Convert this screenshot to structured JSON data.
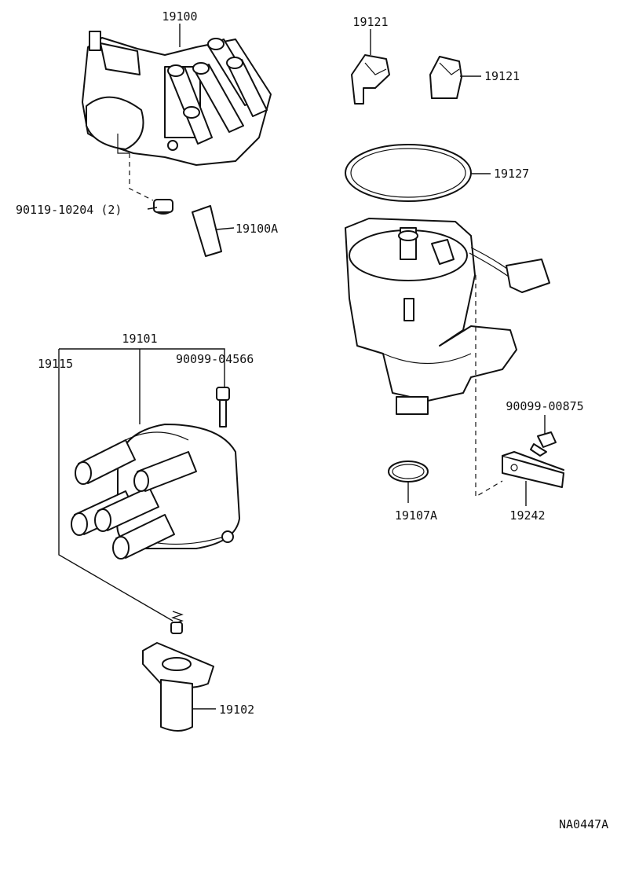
{
  "labels": {
    "p19100": "19100",
    "p90119": "90119-10204 (2)",
    "p19100A": "19100A",
    "p19101": "19101",
    "p19115": "19115",
    "p90099a": "90099-04566",
    "p19102": "19102",
    "p19121a": "19121",
    "p19121b": "19121",
    "p19127": "19127",
    "p90099b": "90099-00875",
    "p19107A": "19107A",
    "p19242": "19242",
    "code": "NA0447A"
  }
}
